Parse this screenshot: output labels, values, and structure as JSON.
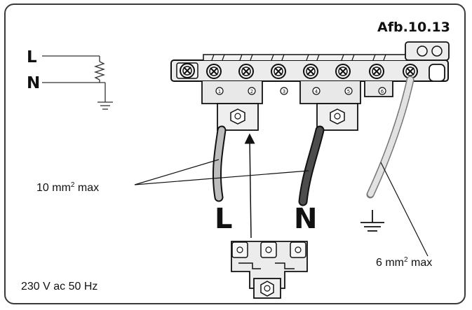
{
  "figure_number": "Afb.10.13",
  "schematic": {
    "label_l": "L",
    "label_n": "N"
  },
  "terminals": {
    "label_l": "L",
    "label_n": "N"
  },
  "wire_capacity_phase": {
    "value": "10 mm",
    "sup": "2",
    "suffix": " max"
  },
  "wire_capacity_earth": {
    "value": "6 mm",
    "sup": "2",
    "suffix": " max"
  },
  "supply_spec": "230 V ac 50 Hz",
  "terminal_numbers": [
    "1",
    "2",
    "3",
    "4",
    "5",
    "6"
  ],
  "colors": {
    "line": "#1a1a1a",
    "neutral_wire": "#4a4a4a",
    "phase_wire": "#b8b8b8",
    "earth_wire": "#d9d9d9",
    "metal": "#e6e6e6"
  }
}
